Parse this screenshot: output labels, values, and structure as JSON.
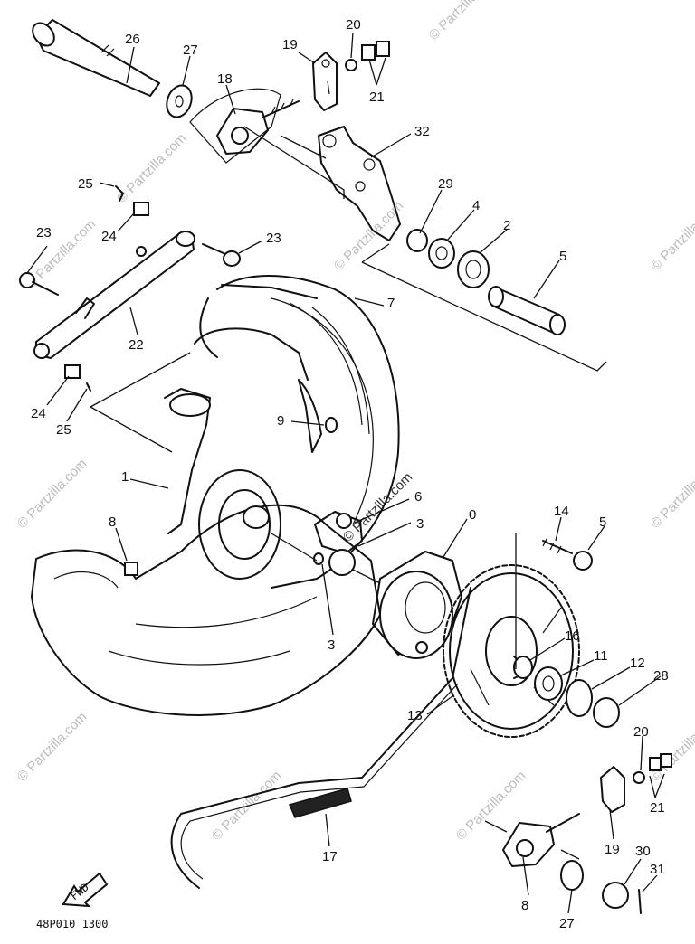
{
  "diagram": {
    "drawing_code": "48P010 1300",
    "fwd_label": "FWD",
    "watermark_text": "© Partzilla.com",
    "callouts": [
      "26",
      "27",
      "18",
      "19",
      "20",
      "21",
      "32",
      "25",
      "24",
      "23",
      "29",
      "4",
      "2",
      "23",
      "5",
      "7",
      "22",
      "24",
      "25",
      "9",
      "1",
      "6",
      "3",
      "0",
      "14",
      "5",
      "8",
      "3",
      "16",
      "11",
      "12",
      "28",
      "13",
      "20",
      "21",
      "17",
      "19",
      "8",
      "27",
      "30",
      "31"
    ]
  }
}
